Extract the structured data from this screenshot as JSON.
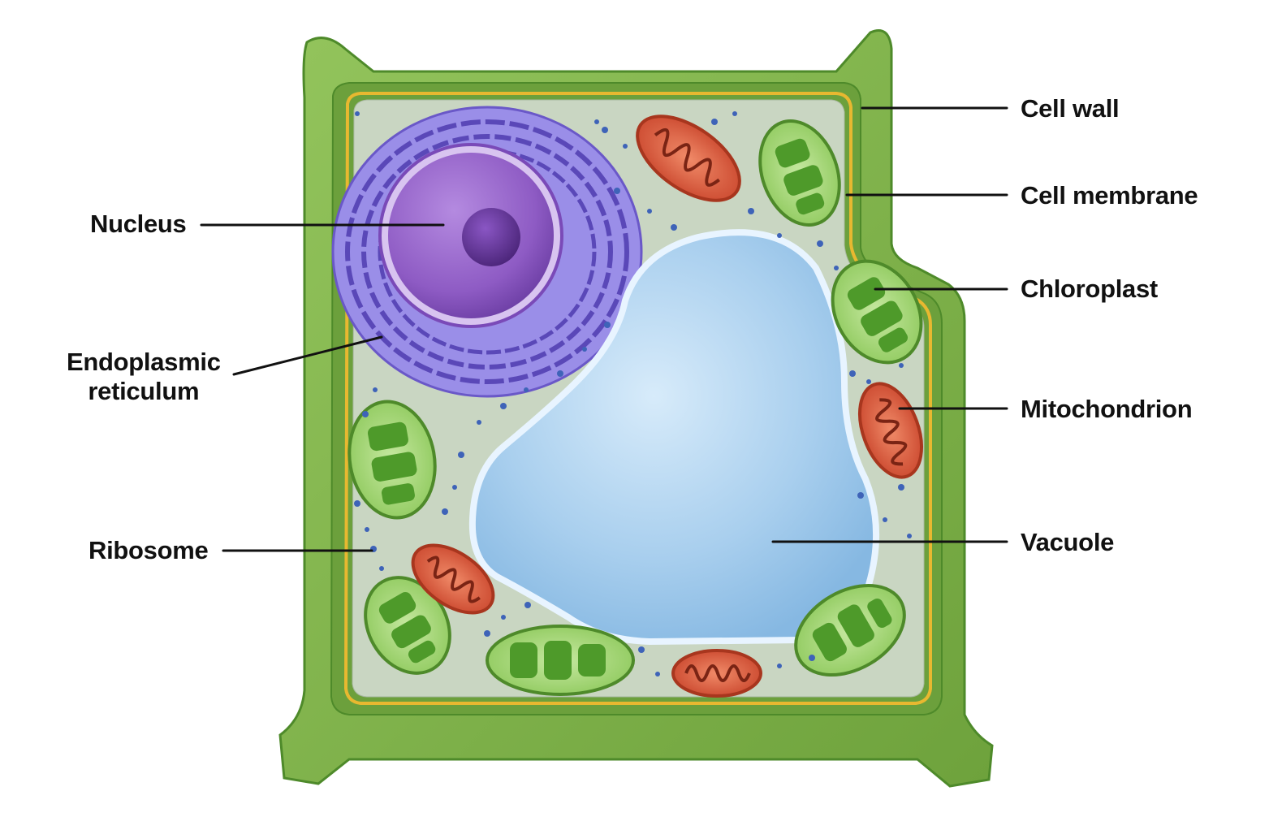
{
  "diagram": {
    "labels": {
      "cell_wall": "Cell wall",
      "cell_membrane": "Cell membrane",
      "chloroplast": "Chloroplast",
      "mitochondrion": "Mitochondrion",
      "vacuole": "Vacuole",
      "nucleus": "Nucleus",
      "endoplasmic_reticulum": [
        "Endoplasmic",
        "reticulum"
      ],
      "ribosome": "Ribosome"
    },
    "colors": {
      "cell_wall": "#7fb24a",
      "cell_wall_dark": "#4e8a2a",
      "cell_membrane": "#e8b830",
      "cytoplasm": "#c9d6c2",
      "nucleus": "#8e5bc4",
      "nucleolus": "#5b2d8e",
      "endoplasmic_reticulum": "#7a6ad8",
      "vacuole": "#a9cfee",
      "chloroplast": "#7cc24a",
      "mitochondrion": "#d8563a",
      "ribosome": "#3e63b8",
      "leader_line": "#111111"
    }
  }
}
